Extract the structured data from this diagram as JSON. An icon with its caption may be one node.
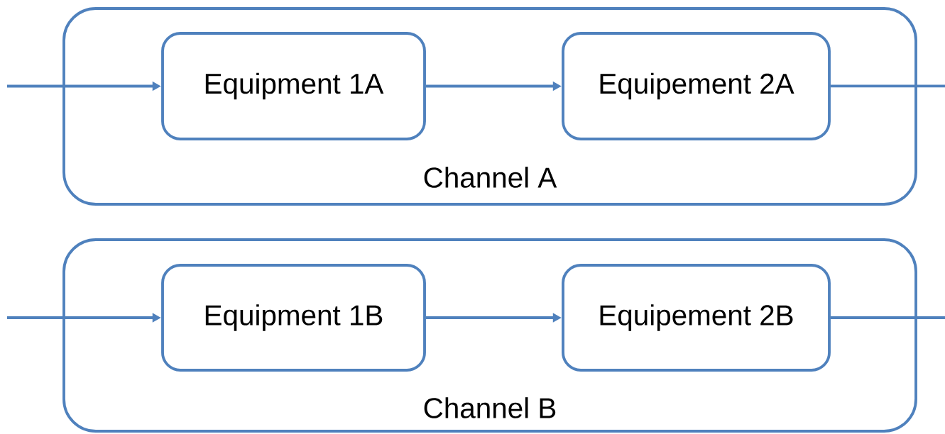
{
  "diagram": {
    "nodes": [
      {
        "text": [
          "Channel A"
        ]
      },
      {
        "text": [
          "Equipment 1A"
        ],
        "in": 0
      },
      {
        "text": [
          "Equipement 2A"
        ],
        "in": 0
      },
      {
        "text": [
          "Channel B"
        ]
      },
      {
        "text": [
          "Equipment 1B"
        ],
        "in": 3
      },
      {
        "text": [
          "Equipement 2B"
        ],
        "in": 3
      }
    ],
    "edges": [
      {
        "from": null,
        "to": 1,
        "arrow": "to"
      },
      {
        "from": 1,
        "to": 2,
        "arrow": "to"
      },
      {
        "from": 2,
        "to": null,
        "arrow": "none"
      },
      {
        "from": null,
        "to": 4,
        "arrow": "to"
      },
      {
        "from": 4,
        "to": 5,
        "arrow": "to"
      },
      {
        "from": 5,
        "to": null,
        "arrow": "none"
      }
    ]
  }
}
